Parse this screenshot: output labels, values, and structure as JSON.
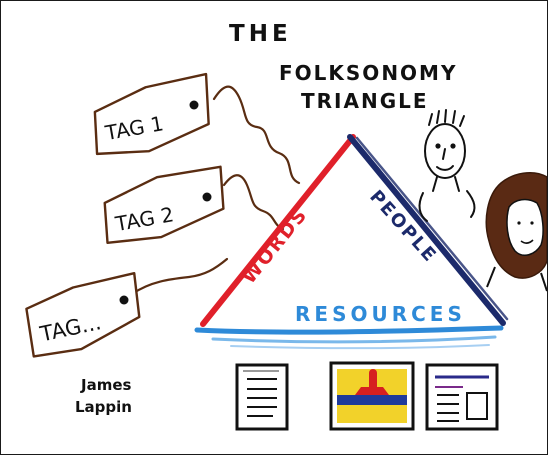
{
  "title": {
    "line1": "THE",
    "line2": "FOLKSONOMY",
    "line3": "TRIANGLE"
  },
  "tags": [
    {
      "label": "TAG 1"
    },
    {
      "label": "TAG 2"
    },
    {
      "label": "TAG..."
    }
  ],
  "triangle": {
    "left_side_label": "WORDS",
    "right_side_label": "PEOPLE",
    "base_label": "RESOURCES"
  },
  "author": {
    "line1": "James",
    "line2": "Lappin"
  },
  "colors": {
    "words": "#e0202a",
    "people": "#1c2a6b",
    "resources": "#2e8ad8",
    "ink": "#111111",
    "string": "#5a2d12",
    "hair": "#5a2a14",
    "document_yellow": "#f2d22a",
    "document_blue": "#1f3a9a",
    "document_red": "#d62020"
  },
  "icons": [
    "stick-person-icon",
    "long-haired-person-icon",
    "text-document-icon",
    "picture-document-icon",
    "web-page-document-icon"
  ]
}
